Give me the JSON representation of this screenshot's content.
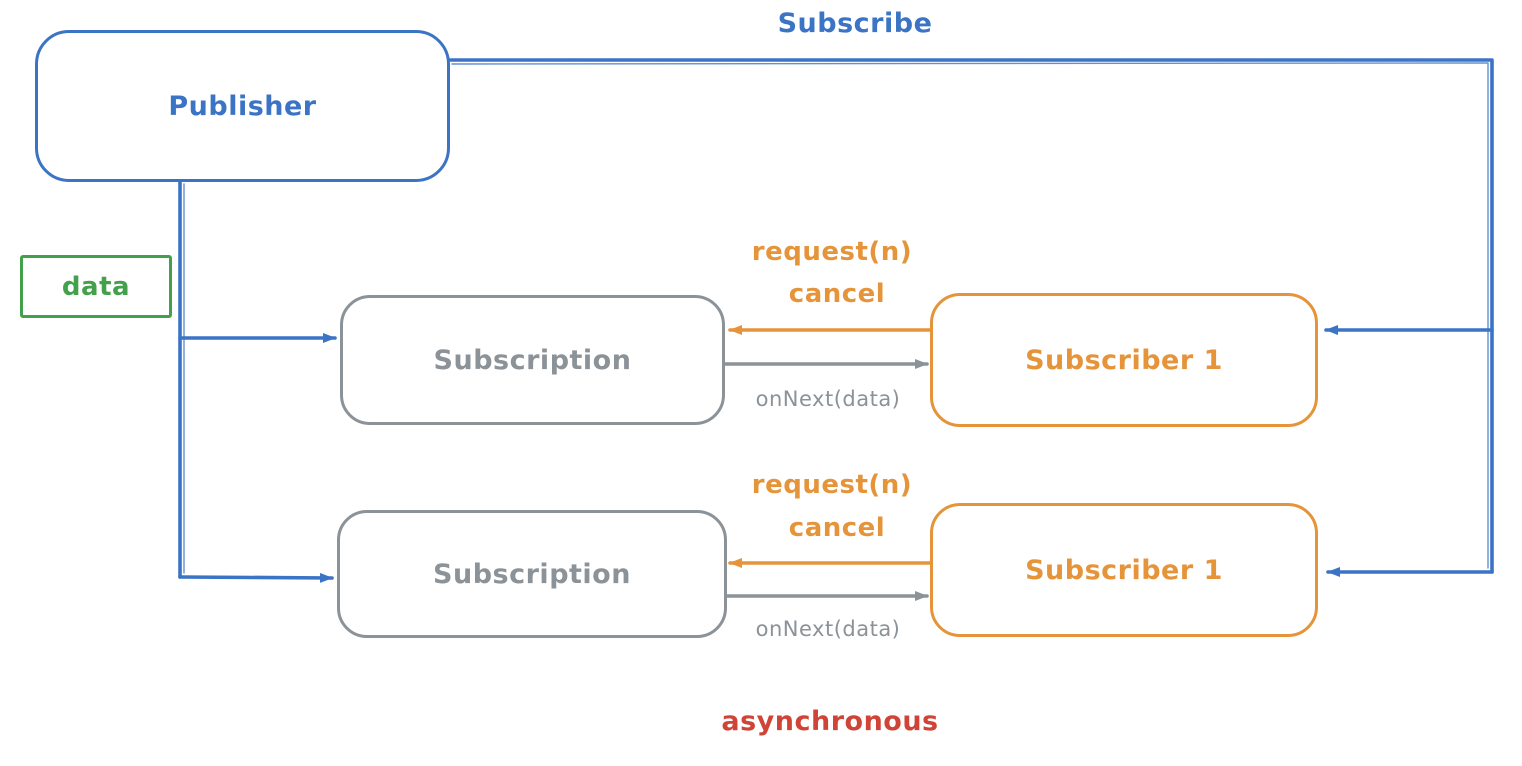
{
  "colors": {
    "bg": "#ffffff",
    "blue": "#3c74c5",
    "green": "#43a14b",
    "gray": "#8b9298",
    "orange": "#e5943a",
    "red": "#cf4437"
  },
  "nodes": {
    "publisher": {
      "label": "Publisher"
    },
    "data_box": {
      "label": "data"
    },
    "subscription_1": {
      "label": "Subscription"
    },
    "subscriber_1": {
      "label": "Subscriber 1"
    },
    "subscription_2": {
      "label": "Subscription"
    },
    "subscriber_2": {
      "label": "Subscriber 1"
    }
  },
  "edges": {
    "subscribe_label": "Subscribe",
    "row1": {
      "request": "request(n)",
      "cancel": "cancel",
      "onnext": "onNext(data)"
    },
    "row2": {
      "request": "request(n)",
      "cancel": "cancel",
      "onnext": "onNext(data)"
    }
  },
  "footnote": {
    "text": "asynchronous"
  }
}
